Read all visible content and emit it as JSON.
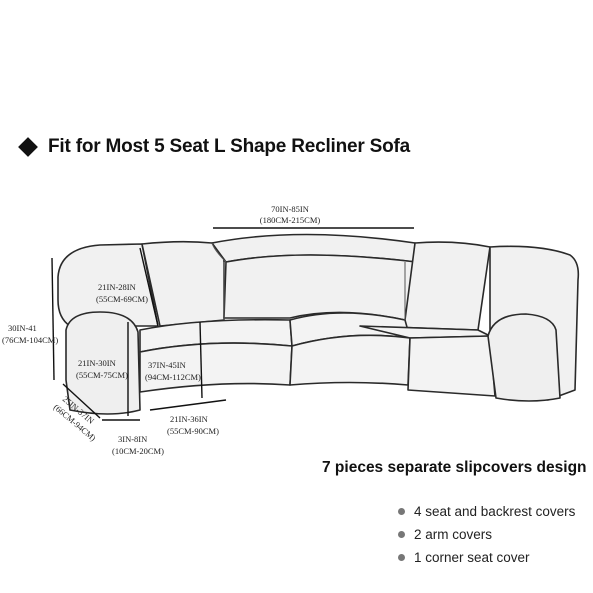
{
  "title": "Fit for Most 5 Seat L Shape Recliner Sofa",
  "icons": {
    "title_marker": "diamond-bullet-icon",
    "feature_marker": "dot-bullet-icon"
  },
  "dimensions": {
    "total_width_in": "70IN-85IN",
    "total_width_cm": "(180CM-215CM)",
    "back_height_in": "21IN-28IN",
    "back_height_cm": "(55CM-69CM)",
    "overall_height_in": "30IN-41",
    "overall_height_cm": "(76CM-104CM)",
    "arm_height_in": "21IN-30IN",
    "arm_height_cm": "(55CM-75CM)",
    "seat_depth_in": "37IN-45IN",
    "seat_depth_cm": "(94CM-112CM)",
    "arm_depth_in": "25IN-37IN",
    "arm_depth_cm": "(66CM-94CM)",
    "arm_width_in": "3IN-8IN",
    "arm_width_cm": "(10CM-20CM)",
    "seat_width_in": "21IN-36IN",
    "seat_width_cm": "(55CM-90CM)"
  },
  "subtitle": "7 pieces separate slipcovers design",
  "features": [
    "4 seat and backrest covers",
    "2 arm covers",
    "1 corner seat cover"
  ],
  "colors": {
    "sofa_fill": "#f1f1f1",
    "outline": "#2a2a2a",
    "bullet": "#777777"
  }
}
